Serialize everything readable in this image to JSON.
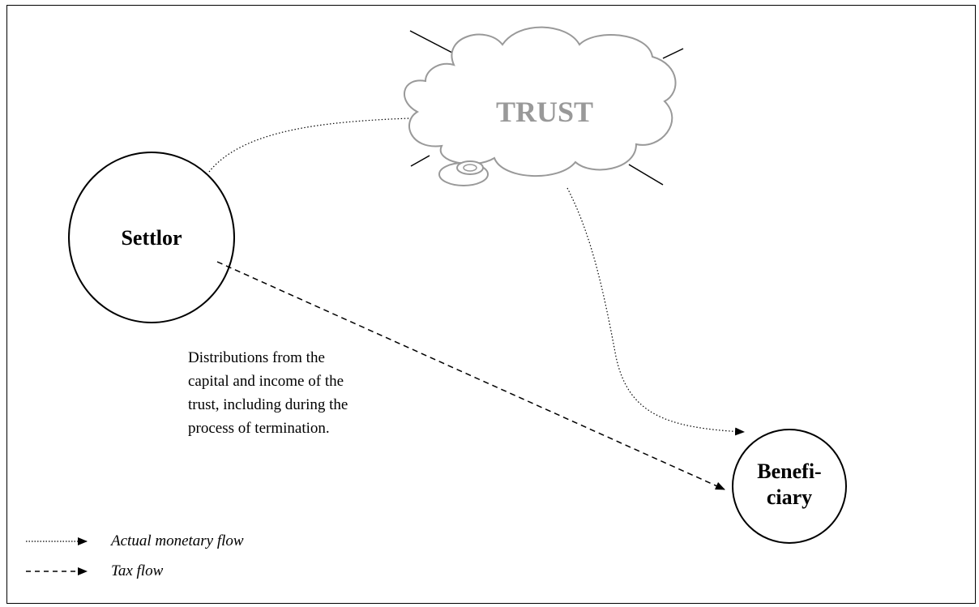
{
  "nodes": {
    "trust": "TRUST",
    "settlor": "Settlor",
    "beneficiary": [
      "Benefi-",
      "ciary"
    ]
  },
  "annotation": [
    "Distributions from the",
    "capital and income of the",
    "trust, including during the",
    "process of termination."
  ],
  "legend": {
    "actual_flow": "Actual monetary flow",
    "tax_flow": "Tax flow"
  },
  "colors": {
    "line": "#000000",
    "cloud": "#999999"
  }
}
